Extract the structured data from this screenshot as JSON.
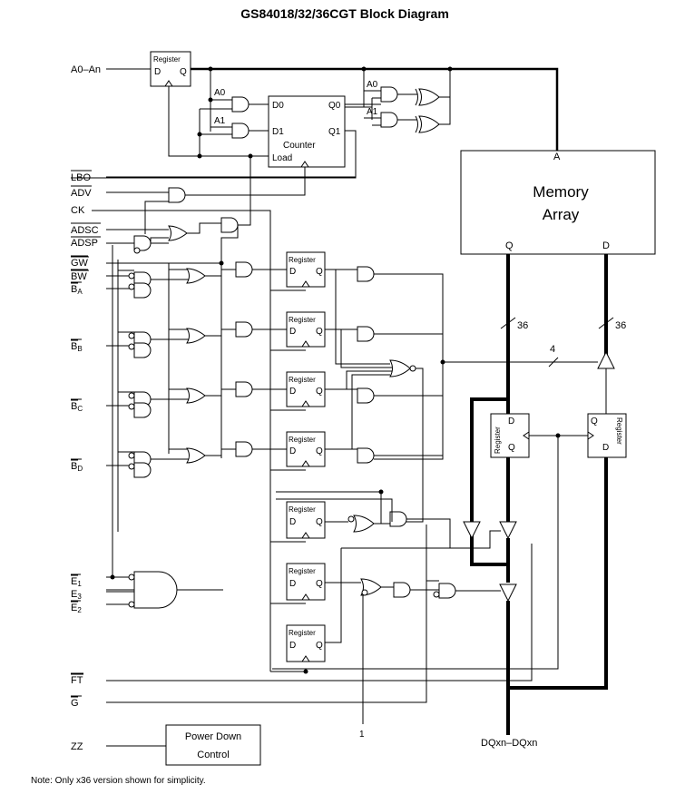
{
  "title": "GS84018/32/36CGT Block Diagram",
  "signals": {
    "a0_an": "A0–An",
    "lbo": "LBO",
    "adv": "ADV",
    "ck": "CK",
    "adsc": "ADSC",
    "adsp": "ADSP",
    "gw": "GW",
    "bw": "BW",
    "ba": "B",
    "ba_sub": "A",
    "bb": "B",
    "bb_sub": "B",
    "bc": "B",
    "bc_sub": "C",
    "bd": "B",
    "bd_sub": "D",
    "e1": "E",
    "e1_sub": "1",
    "e3": "E",
    "e3_sub": "3",
    "e2": "E",
    "e2_sub": "2",
    "ft": "FT",
    "g": "G",
    "zz": "ZZ"
  },
  "blocks": {
    "register": "Register",
    "d": "D",
    "q": "Q",
    "counter_d0": "D0",
    "counter_d1": "D1",
    "counter_q0": "Q0",
    "counter_q1": "Q1",
    "counter": "Counter",
    "load": "Load",
    "a0": "A0",
    "a1": "A1",
    "memory_line1": "Memory",
    "memory_line2": "Array",
    "mem_a": "A",
    "mem_q": "Q",
    "mem_d": "D",
    "power_line1": "Power Down",
    "power_line2": "Control"
  },
  "bus_labels": {
    "q_width": "36",
    "d_width": "36",
    "byte_width": "4",
    "one": "1",
    "dq": "DQxn–DQxn"
  },
  "note": "Note: Only x36 version shown for simplicity."
}
